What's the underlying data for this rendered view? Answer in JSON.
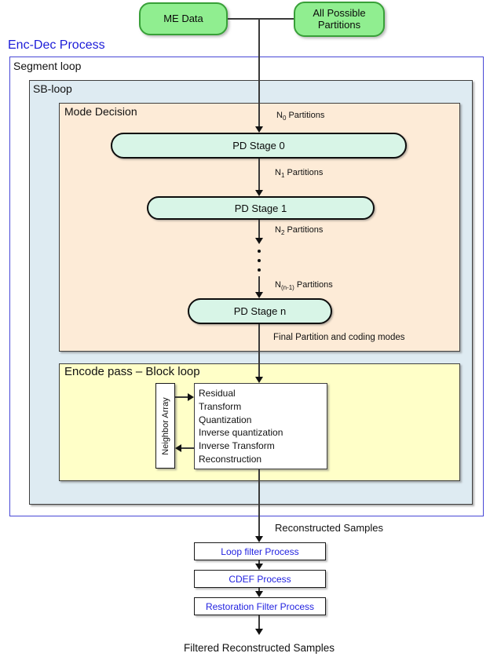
{
  "colors": {
    "accent_blue": "#1c1cd8",
    "container_border_blue": "#4747d6",
    "sb_fill": "#deebf2",
    "mode_fill": "#fdebd7",
    "encode_fill": "#ffffc8",
    "source_green_fill": "#90ee90",
    "pill_mint_fill": "#d8f5e7",
    "process_text_blue": "#2222e0"
  },
  "sources": {
    "me_data": "ME Data",
    "all_possible_partitions": "All Possible Partitions"
  },
  "containers": {
    "enc_dec_title": "Enc-Dec Process",
    "segment_loop": "Segment loop",
    "sb_loop": "SB-loop",
    "mode_decision": "Mode Decision",
    "encode_pass": "Encode pass – Block loop"
  },
  "pd_stages": [
    "PD Stage 0",
    "PD Stage 1",
    "PD Stage n"
  ],
  "partition_labels": [
    {
      "pre": "N",
      "sub": "0",
      "post": " Partitions"
    },
    {
      "pre": "N",
      "sub": "1",
      "post": " Partitions"
    },
    {
      "pre": "N",
      "sub": "2",
      "post": " Partitions"
    },
    {
      "pre": "N",
      "sub": "(n-1)",
      "post": " Partitions"
    }
  ],
  "annotations": {
    "final_partition": "Final Partition and coding modes",
    "reconstructed": "Reconstructed Samples",
    "filtered": "Filtered Reconstructed Samples"
  },
  "encode_block": {
    "neighbor_array": "Neighbor Array",
    "steps": [
      "Residual",
      "Transform",
      "Quantization",
      "Inverse quantization",
      "Inverse Transform",
      "Reconstruction"
    ]
  },
  "filter_processes": [
    "Loop filter Process",
    "CDEF Process",
    "Restoration Filter Process"
  ]
}
